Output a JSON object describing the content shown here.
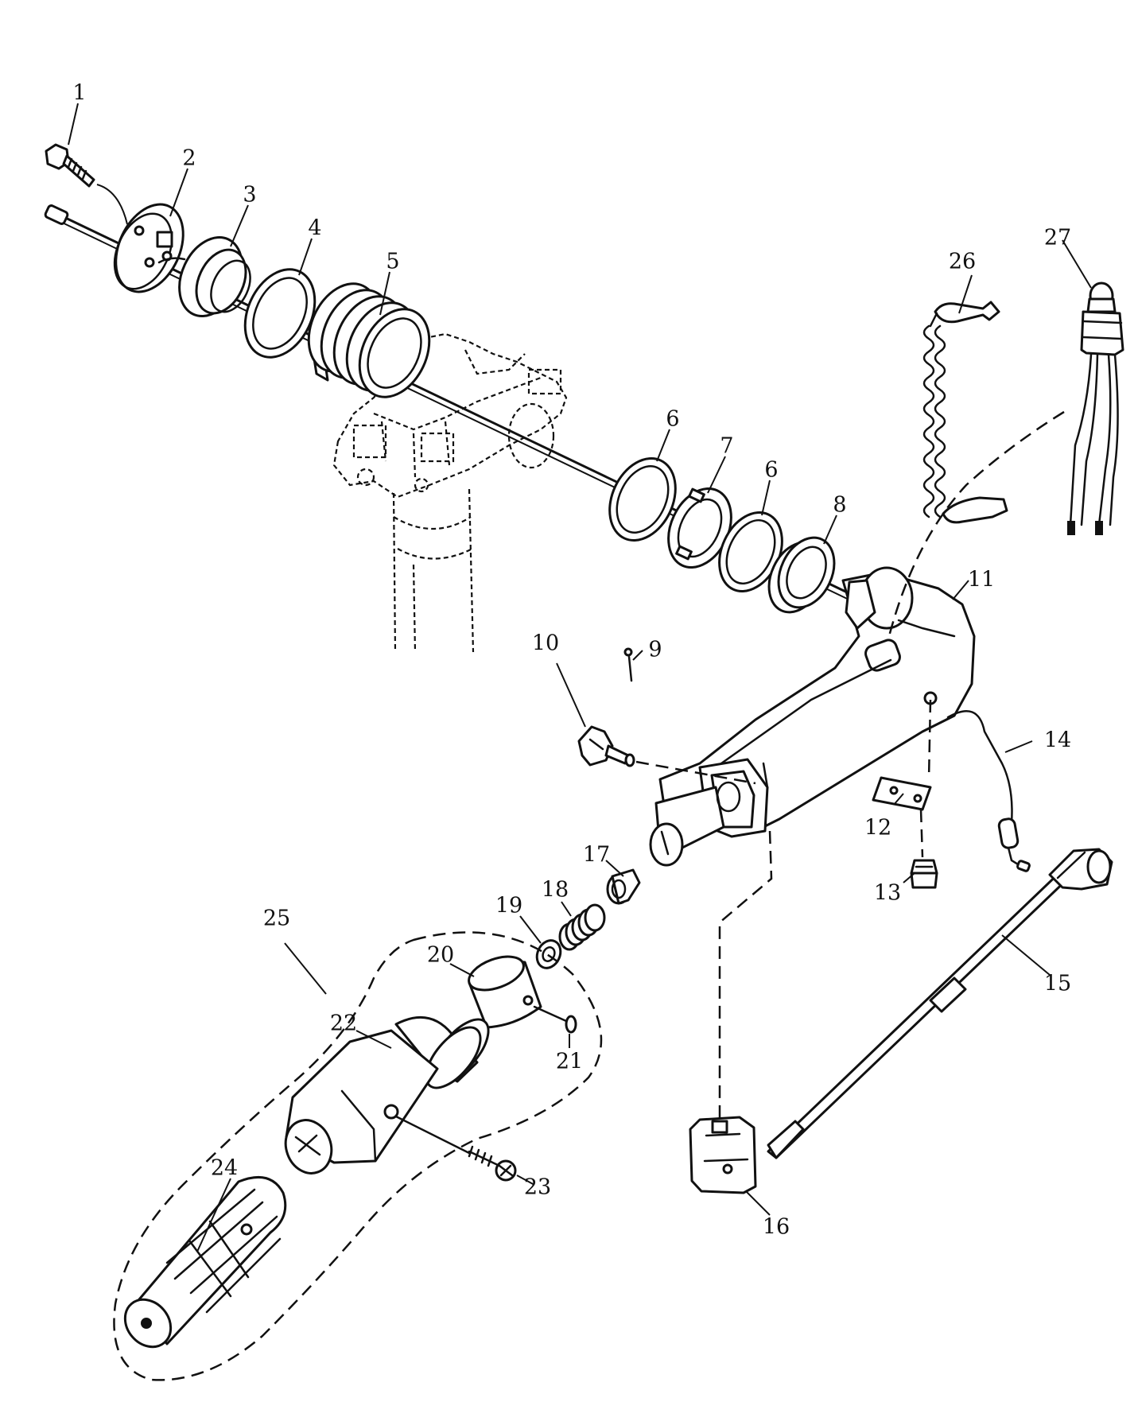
{
  "diagram": {
    "callouts": [
      {
        "id": "1",
        "text": "1"
      },
      {
        "id": "2",
        "text": "2"
      },
      {
        "id": "3",
        "text": "3"
      },
      {
        "id": "4",
        "text": "4"
      },
      {
        "id": "5",
        "text": "5"
      },
      {
        "id": "6a",
        "text": "6"
      },
      {
        "id": "7",
        "text": "7"
      },
      {
        "id": "6b",
        "text": "6"
      },
      {
        "id": "8",
        "text": "8"
      },
      {
        "id": "9",
        "text": "9"
      },
      {
        "id": "10",
        "text": "10"
      },
      {
        "id": "11",
        "text": "11"
      },
      {
        "id": "12",
        "text": "12"
      },
      {
        "id": "13",
        "text": "13"
      },
      {
        "id": "14",
        "text": "14"
      },
      {
        "id": "15",
        "text": "15"
      },
      {
        "id": "16",
        "text": "16"
      },
      {
        "id": "17",
        "text": "17"
      },
      {
        "id": "18",
        "text": "18"
      },
      {
        "id": "19",
        "text": "19"
      },
      {
        "id": "20",
        "text": "20"
      },
      {
        "id": "21",
        "text": "21"
      },
      {
        "id": "22",
        "text": "22"
      },
      {
        "id": "23",
        "text": "23"
      },
      {
        "id": "24",
        "text": "24"
      },
      {
        "id": "25",
        "text": "25"
      },
      {
        "id": "26",
        "text": "26"
      },
      {
        "id": "27",
        "text": "27"
      }
    ]
  }
}
